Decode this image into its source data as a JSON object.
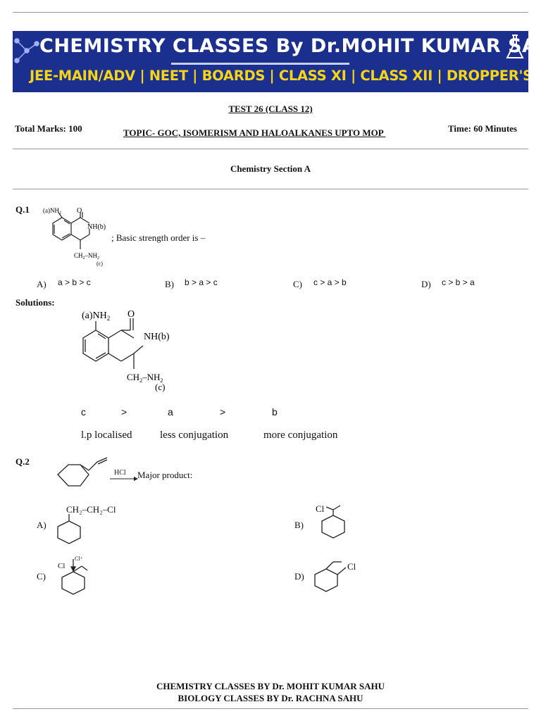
{
  "banner": {
    "title": "CHEMISTRY CLASSES By Dr.MOHIT KUMAR SAHU",
    "subtitle": "JEE-MAIN/ADV | NEET | BOARDS | CLASS XI | CLASS XII | DROPPER'S BATCH"
  },
  "header": {
    "test_title": "TEST 26 (CLASS 12)",
    "total_marks": "Total Marks: 100",
    "topic": "TOPIC- GOC, ISOMERISM AND HALOALKANES UPTO MOP ",
    "time": "Time: 60 Minutes",
    "section": "Chemistry Section A"
  },
  "q1": {
    "number": "Q.1",
    "struct_labels": {
      "nh2_a": "(a)NH",
      "sub2": "2",
      "o": "O",
      "nh_b": "NH(b)",
      "ch2nh2": "CH",
      "dash_nh": "–NH",
      "c": "(c)"
    },
    "question": "; Basic strength order is –",
    "options": [
      {
        "letter": "A)",
        "text": "a > b > c"
      },
      {
        "letter": "B)",
        "text": "b > a > c"
      },
      {
        "letter": "C)",
        "text": "c > a > b"
      },
      {
        "letter": "D)",
        "text": "c > b > a"
      }
    ],
    "solution_label": "Solutions:",
    "order": [
      "c",
      ">",
      "a",
      ">",
      "b"
    ],
    "reasons": [
      "l.p localised",
      "less conjugation",
      "more conjugation"
    ]
  },
  "q2": {
    "number": "Q.2",
    "reagent": "HCl",
    "question": "Major product:",
    "options": [
      {
        "letter": "A)",
        "label": "CH₂–CH₂–Cl"
      },
      {
        "letter": "B)",
        "label": "Cl"
      },
      {
        "letter": "C)",
        "label": "Cl",
        "extra": "Cl⁺"
      },
      {
        "letter": "D)",
        "label": "Cl"
      }
    ]
  },
  "footer": {
    "line1": "CHEMISTRY CLASSES BY Dr. MOHIT KUMAR SAHU",
    "line2": "BIOLOGY CLASSES BY Dr. RACHNA SAHU"
  }
}
